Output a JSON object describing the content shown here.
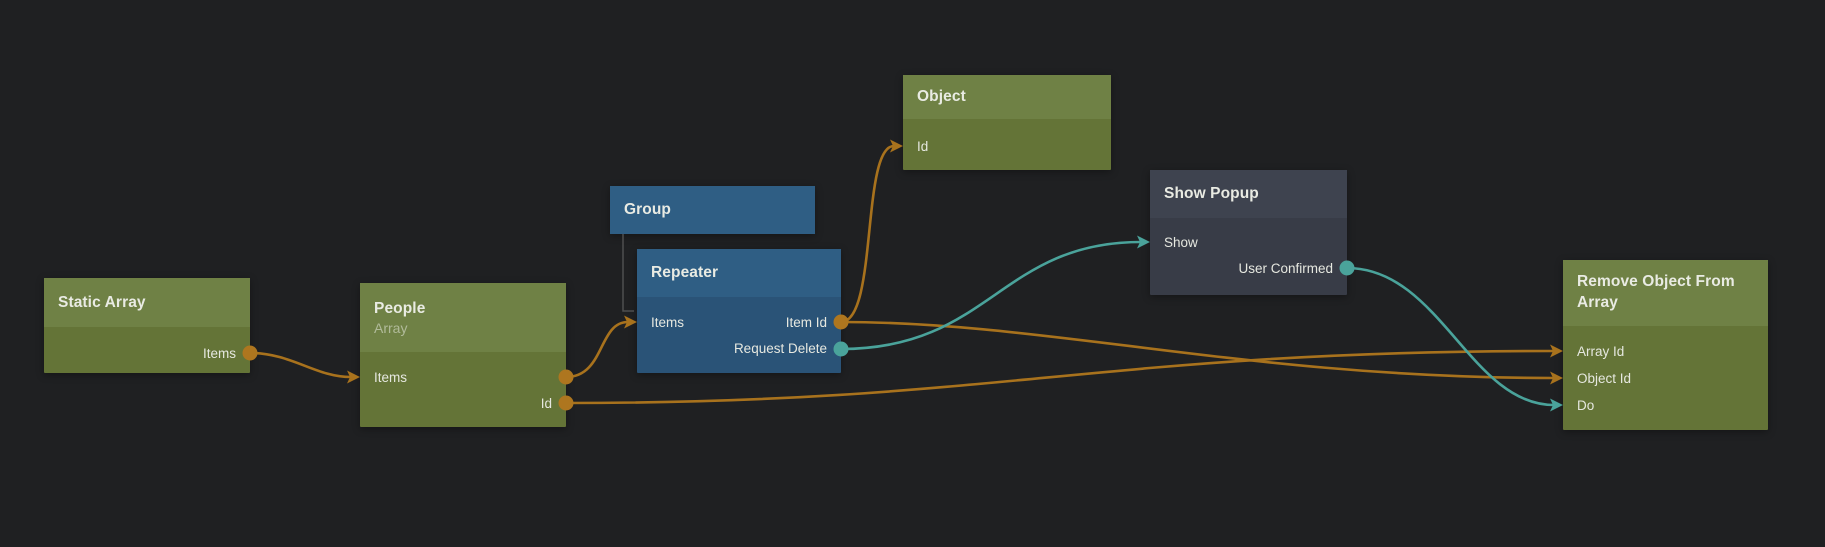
{
  "app": {
    "name": "visual node graph editor"
  },
  "palette": {
    "bg": "#1f2022",
    "green_header": "#6f8145",
    "green_body": "#647437",
    "blue_header": "#2f5e84",
    "blue_body": "#2a5377",
    "dark_header": "#3e434f",
    "dark_body": "#383c47",
    "title_text": "#e9ebe3",
    "subtitle_text": "rgba(255,255,255,0.45)",
    "port_text": "#e6e8e0",
    "wire_orange": "#a8721d",
    "wire_teal": "#4aa39b",
    "port_orange": "#ae761f",
    "port_teal": "#4aa39b",
    "hierarchy_line": "#4f4f4f"
  },
  "nodes": [
    {
      "title": "Static Array",
      "type": "green",
      "rows": [
        {
          "label": "Items",
          "port": "output",
          "color": "orange"
        }
      ]
    },
    {
      "title": "People",
      "subtitle": "Array",
      "type": "green",
      "rows": [
        {
          "label": "Items",
          "port": "input+output",
          "color": "orange"
        },
        {
          "label": "Id",
          "port": "output",
          "color": "orange"
        }
      ]
    },
    {
      "title": "Group",
      "type": "blue",
      "rows": []
    },
    {
      "title": "Repeater",
      "type": "blue",
      "rows": [
        {
          "left_label": "Items",
          "left_port": "input",
          "right_label": "Item Id",
          "right_port": "output",
          "color": "orange"
        },
        {
          "right_label": "Request Delete",
          "right_port": "output",
          "color": "teal"
        }
      ]
    },
    {
      "title": "Object",
      "type": "green",
      "rows": [
        {
          "label": "Id",
          "port": "input",
          "color": "orange"
        }
      ]
    },
    {
      "title": "Show Popup",
      "type": "dark",
      "rows": [
        {
          "label": "Show",
          "port": "input",
          "color": "teal"
        },
        {
          "label": "User Confirmed",
          "port": "output",
          "color": "teal"
        }
      ]
    },
    {
      "title": "Remove Object From Array",
      "type": "green",
      "rows": [
        {
          "label": "Array Id",
          "port": "input",
          "color": "orange"
        },
        {
          "label": "Object Id",
          "port": "input",
          "color": "orange"
        },
        {
          "label": "Do",
          "port": "input",
          "color": "teal"
        }
      ]
    }
  ],
  "connections": [
    {
      "from": "Static Array.Items",
      "to": "People.Items",
      "color": "orange"
    },
    {
      "from": "People.Items",
      "to": "Repeater.Items",
      "color": "orange"
    },
    {
      "from": "People.Id",
      "to": "Remove Object From Array.Array Id",
      "color": "orange"
    },
    {
      "from": "Repeater.Item Id",
      "to": "Object.Id",
      "color": "orange"
    },
    {
      "from": "Repeater.Item Id",
      "to": "Remove Object From Array.Object Id",
      "color": "orange"
    },
    {
      "from": "Repeater.Request Delete",
      "to": "Show Popup.Show",
      "color": "teal"
    },
    {
      "from": "Show Popup.User Confirmed",
      "to": "Remove Object From Array.Do",
      "color": "teal"
    },
    {
      "from": "Group",
      "to": "Repeater",
      "type": "parent-child"
    }
  ]
}
